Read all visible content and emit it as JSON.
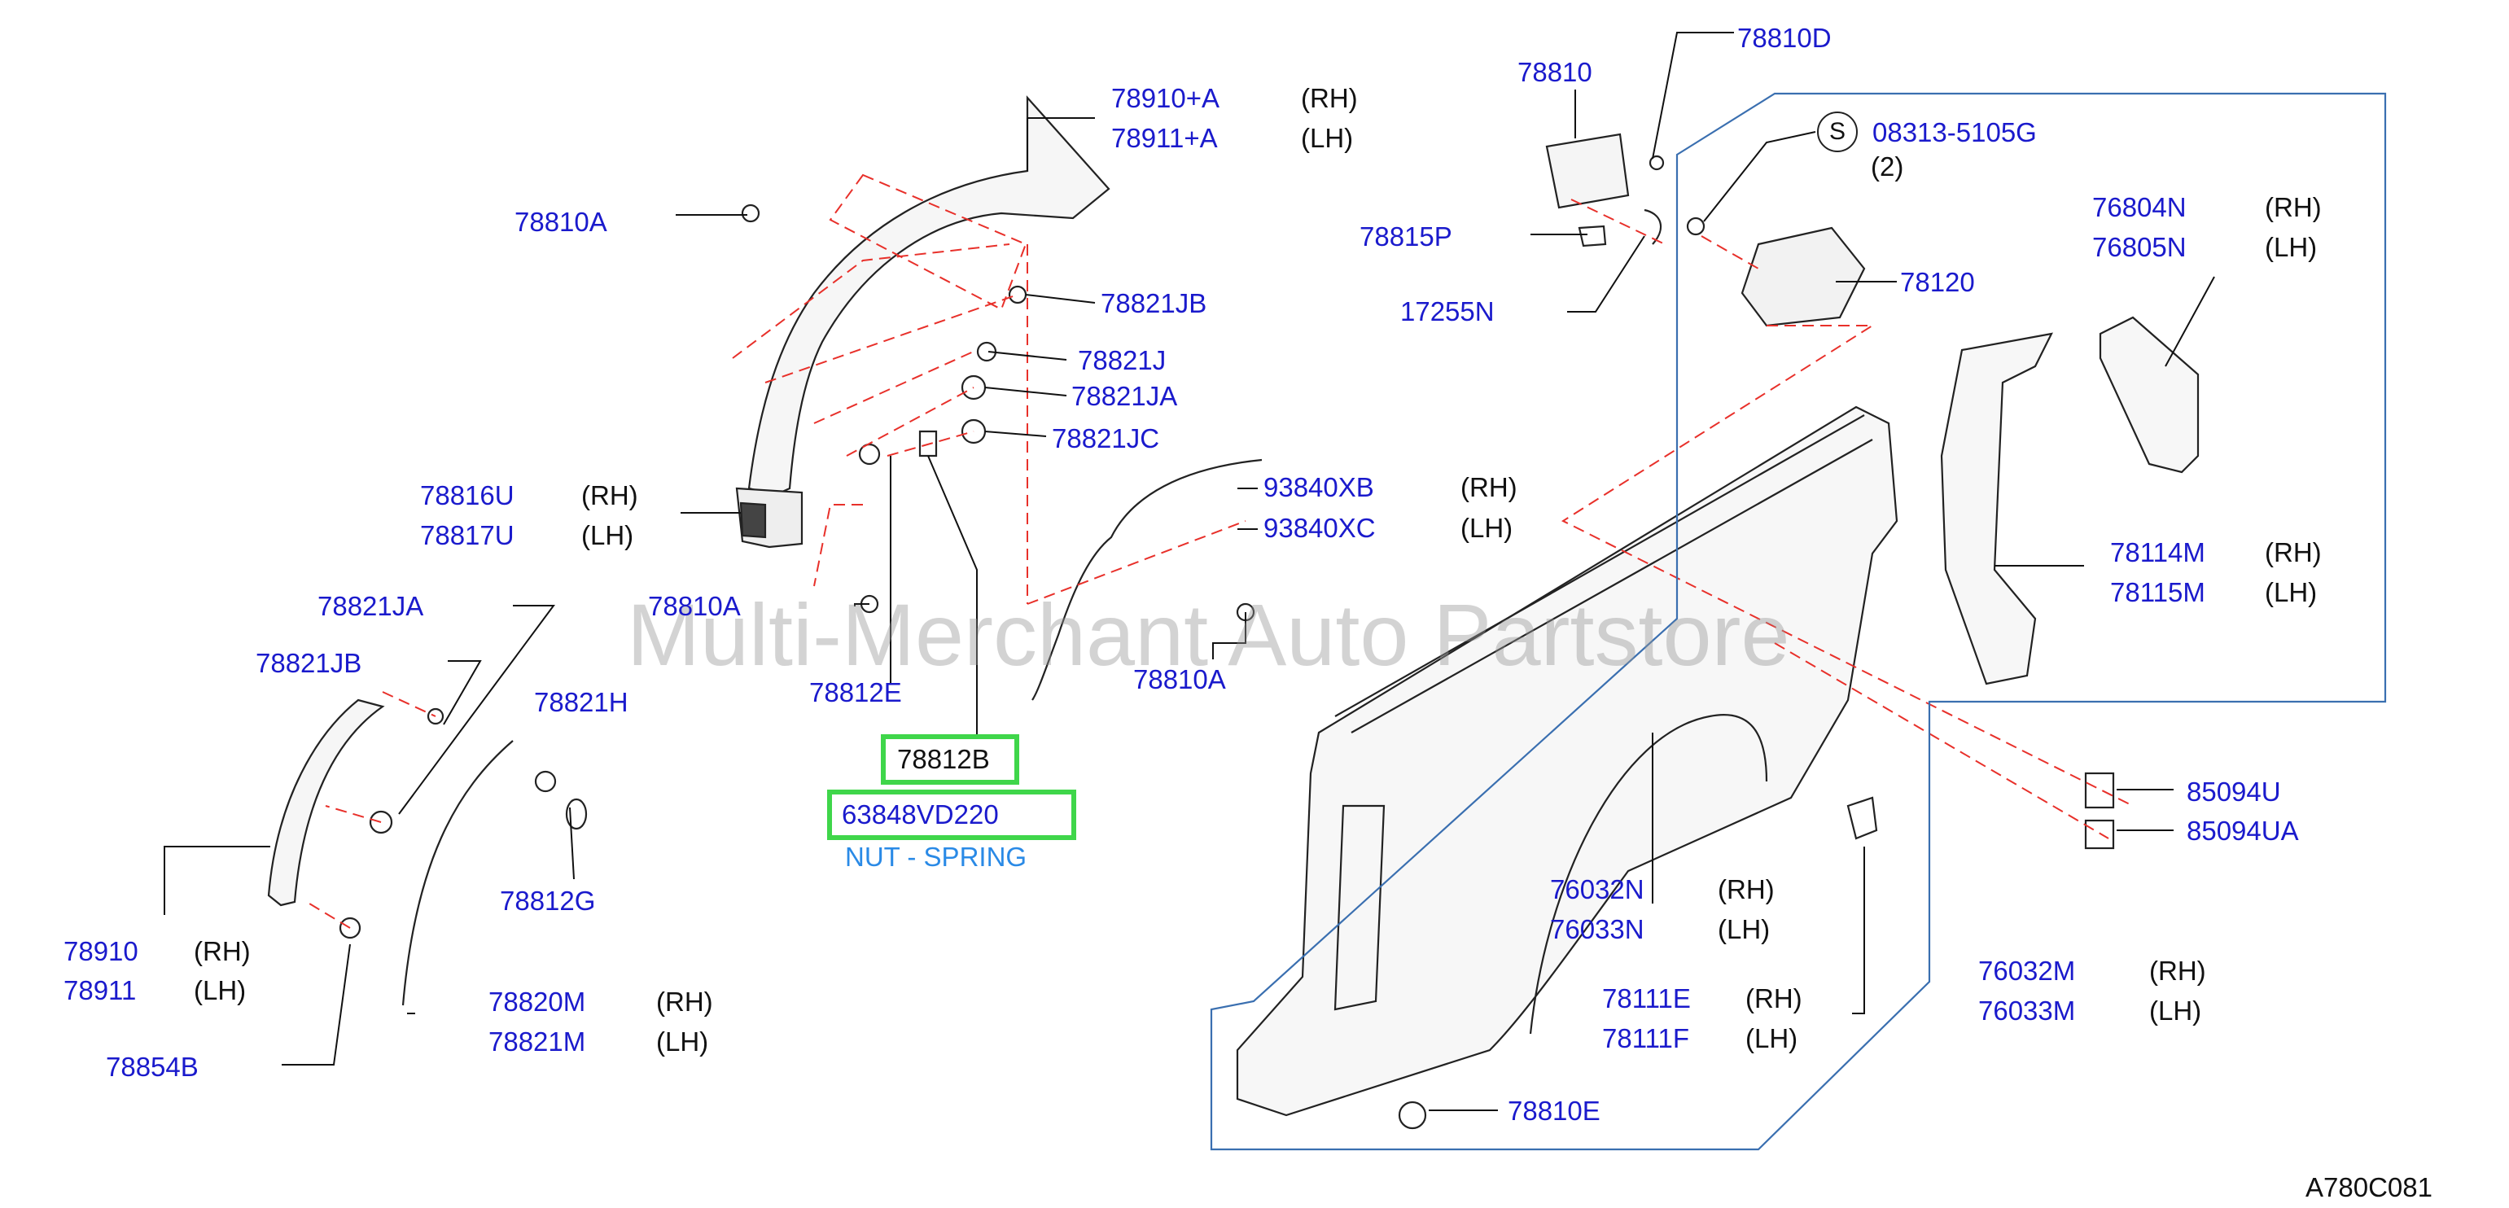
{
  "callouts": {
    "p78910A": "78910+A",
    "p78911A": "78911+A",
    "p78810A_1": "78810A",
    "p78821JB_1": "78821JB",
    "p78821J": "78821J",
    "p78821JA_1": "78821JA",
    "p78821JC": "78821JC",
    "p78816U": "78816U",
    "p78817U": "78817U",
    "p78810A_2": "78810A",
    "p78812E": "78812E",
    "p78821JA_2": "78821JA",
    "p78821JB_2": "78821JB",
    "p78821H": "78821H",
    "p78812G": "78812G",
    "p78910": "78910",
    "p78911": "78911",
    "p78854B": "78854B",
    "p78820M": "78820M",
    "p78821M": "78821M",
    "p78812B": "78812B",
    "p63848VD220": "63848VD220",
    "nut_spring": "NUT - SPRING",
    "p93840XB": "93840XB",
    "p93840XC": "93840XC",
    "p78810A_3": "78810A",
    "p78810": "78810",
    "p78810D": "78810D",
    "p78815P": "78815P",
    "p17255N": "17255N",
    "p08313": "08313-5105G",
    "qty2": "(2)",
    "s_mark": "S",
    "p78120": "78120",
    "p76804N": "76804N",
    "p76805N": "76805N",
    "p78114M": "78114M",
    "p78115M": "78115M",
    "p85094U": "85094U",
    "p85094UA": "85094UA",
    "p76032N": "76032N",
    "p76033N": "76033N",
    "p78111E": "78111E",
    "p78111F": "78111F",
    "p76032M": "76032M",
    "p76033M": "76033M",
    "p78810E": "78810E"
  },
  "sides": {
    "rh": "(RH)",
    "lh": "(LH)"
  },
  "diagram_code": "A780C081",
  "watermark": "Multi-Merchant Auto Partstore",
  "colors": {
    "label": "#1a1acc",
    "highlight": "#3fd64a",
    "dash": "#e8302a",
    "frame": "#3a6fb0"
  }
}
